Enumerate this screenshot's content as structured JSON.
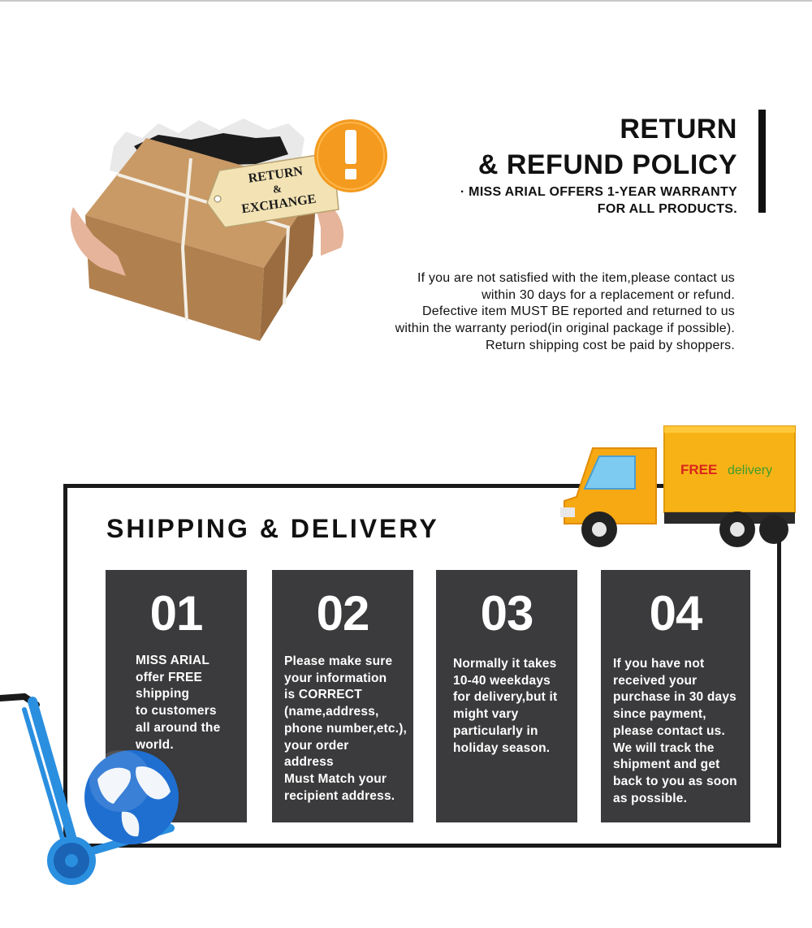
{
  "return_policy": {
    "image_tag": {
      "line1": "RETURN",
      "line2": "&",
      "line3": "EXCHANGE"
    },
    "title": {
      "line1": "RETURN",
      "line2": "& REFUND POLICY"
    },
    "warranty": {
      "line1": "· MISS ARIAL OFFERS 1-YEAR WARRANTY",
      "line2": "FOR ALL PRODUCTS."
    },
    "body": [
      "If you are not satisfied with the item,please contact us",
      "within 30 days for a replacement or refund.",
      "Defective item MUST BE reported and returned to us",
      "within the warranty period(in original package if possible).",
      "Return shipping cost be paid by shoppers."
    ]
  },
  "shipping": {
    "title": "SHIPPING & DELIVERY",
    "truck_sign": {
      "word1": "FREE",
      "word2": "delivery"
    },
    "cards": [
      {
        "number": "01",
        "lines": [
          "MISS ARIAL",
          "offer FREE",
          "shipping",
          "to customers",
          "all around the",
          "world."
        ]
      },
      {
        "number": "02",
        "lines": [
          "Please make sure",
          "your information",
          "is CORRECT",
          "(name,address,",
          "phone number,etc.),",
          "your order",
          "address",
          "Must Match your",
          "recipient address."
        ]
      },
      {
        "number": "03",
        "lines": [
          "Normally it takes",
          "10-40 weekdays",
          "for delivery,but it",
          "might vary",
          "particularly in",
          "holiday season."
        ]
      },
      {
        "number": "04",
        "lines": [
          "If you have not",
          "received your",
          "purchase in 30 days",
          "since payment,",
          "please contact us.",
          "We will track the",
          "shipment and get",
          "back to you as soon",
          "as possible."
        ]
      }
    ]
  },
  "colors": {
    "card_bg": "#3b3a3c",
    "frame": "#1a1a1a",
    "alert_orange": "#f39a1f",
    "truck_yellow": "#f7b316",
    "sign_red": "#d9251c",
    "sign_green": "#3f9b2e",
    "globe_blue": "#1f6fd1",
    "hand_truck_blue": "#2b8fe0"
  },
  "icons": [
    "exclamation-alert-icon",
    "parcel-box",
    "delivery-truck",
    "globe-icon",
    "hand-truck"
  ]
}
